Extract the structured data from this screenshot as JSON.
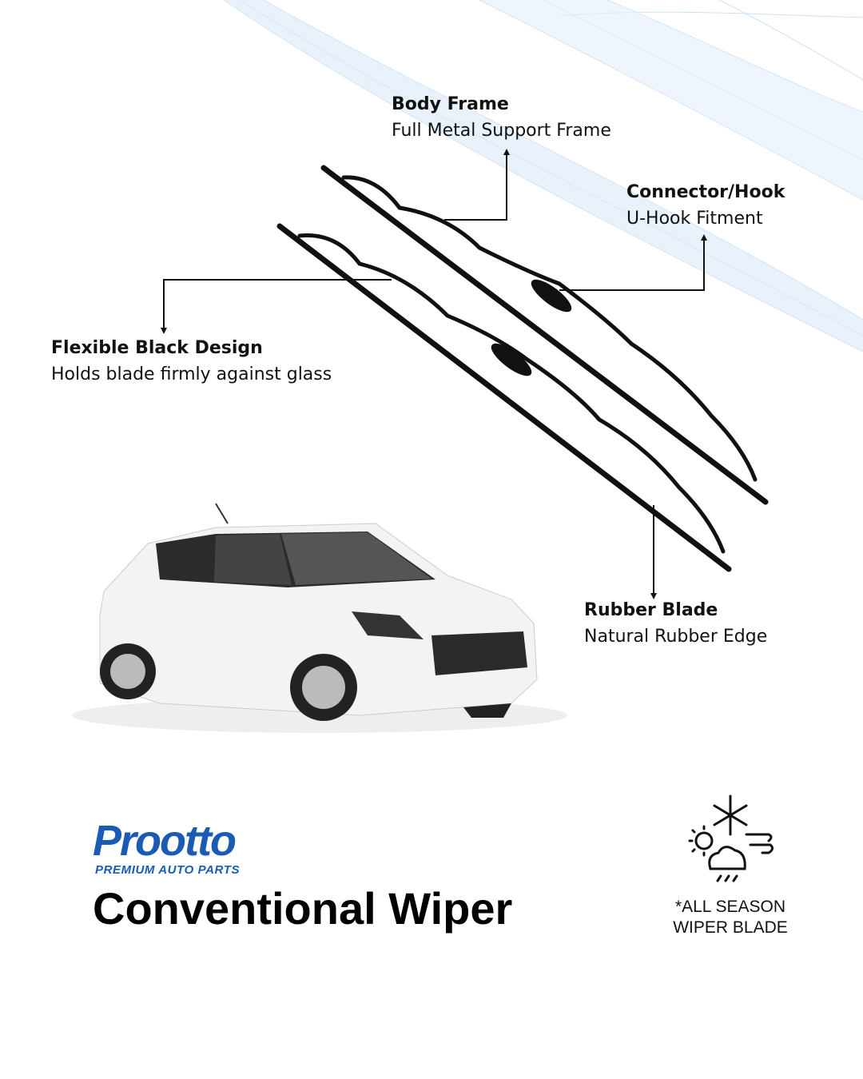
{
  "callouts": {
    "body_frame": {
      "title": "Body Frame",
      "subtitle": "Full Metal Support Frame"
    },
    "connector": {
      "title": "Connector/Hook",
      "subtitle": "U-Hook Fitment"
    },
    "flexible": {
      "title": "Flexible Black Design",
      "subtitle": "Holds blade firmly against glass"
    },
    "rubber": {
      "title": "Rubber Blade",
      "subtitle": "Natural Rubber Edge"
    }
  },
  "logo": {
    "brand": "Prootto",
    "tagline": "PREMIUM AUTO PARTS"
  },
  "product_title": "Conventional Wiper",
  "season": {
    "line1": "*ALL SEASON",
    "line2": "WIPER BLADE"
  },
  "colors": {
    "brand": "#1b5bb5",
    "wave": "#a9cdef"
  }
}
